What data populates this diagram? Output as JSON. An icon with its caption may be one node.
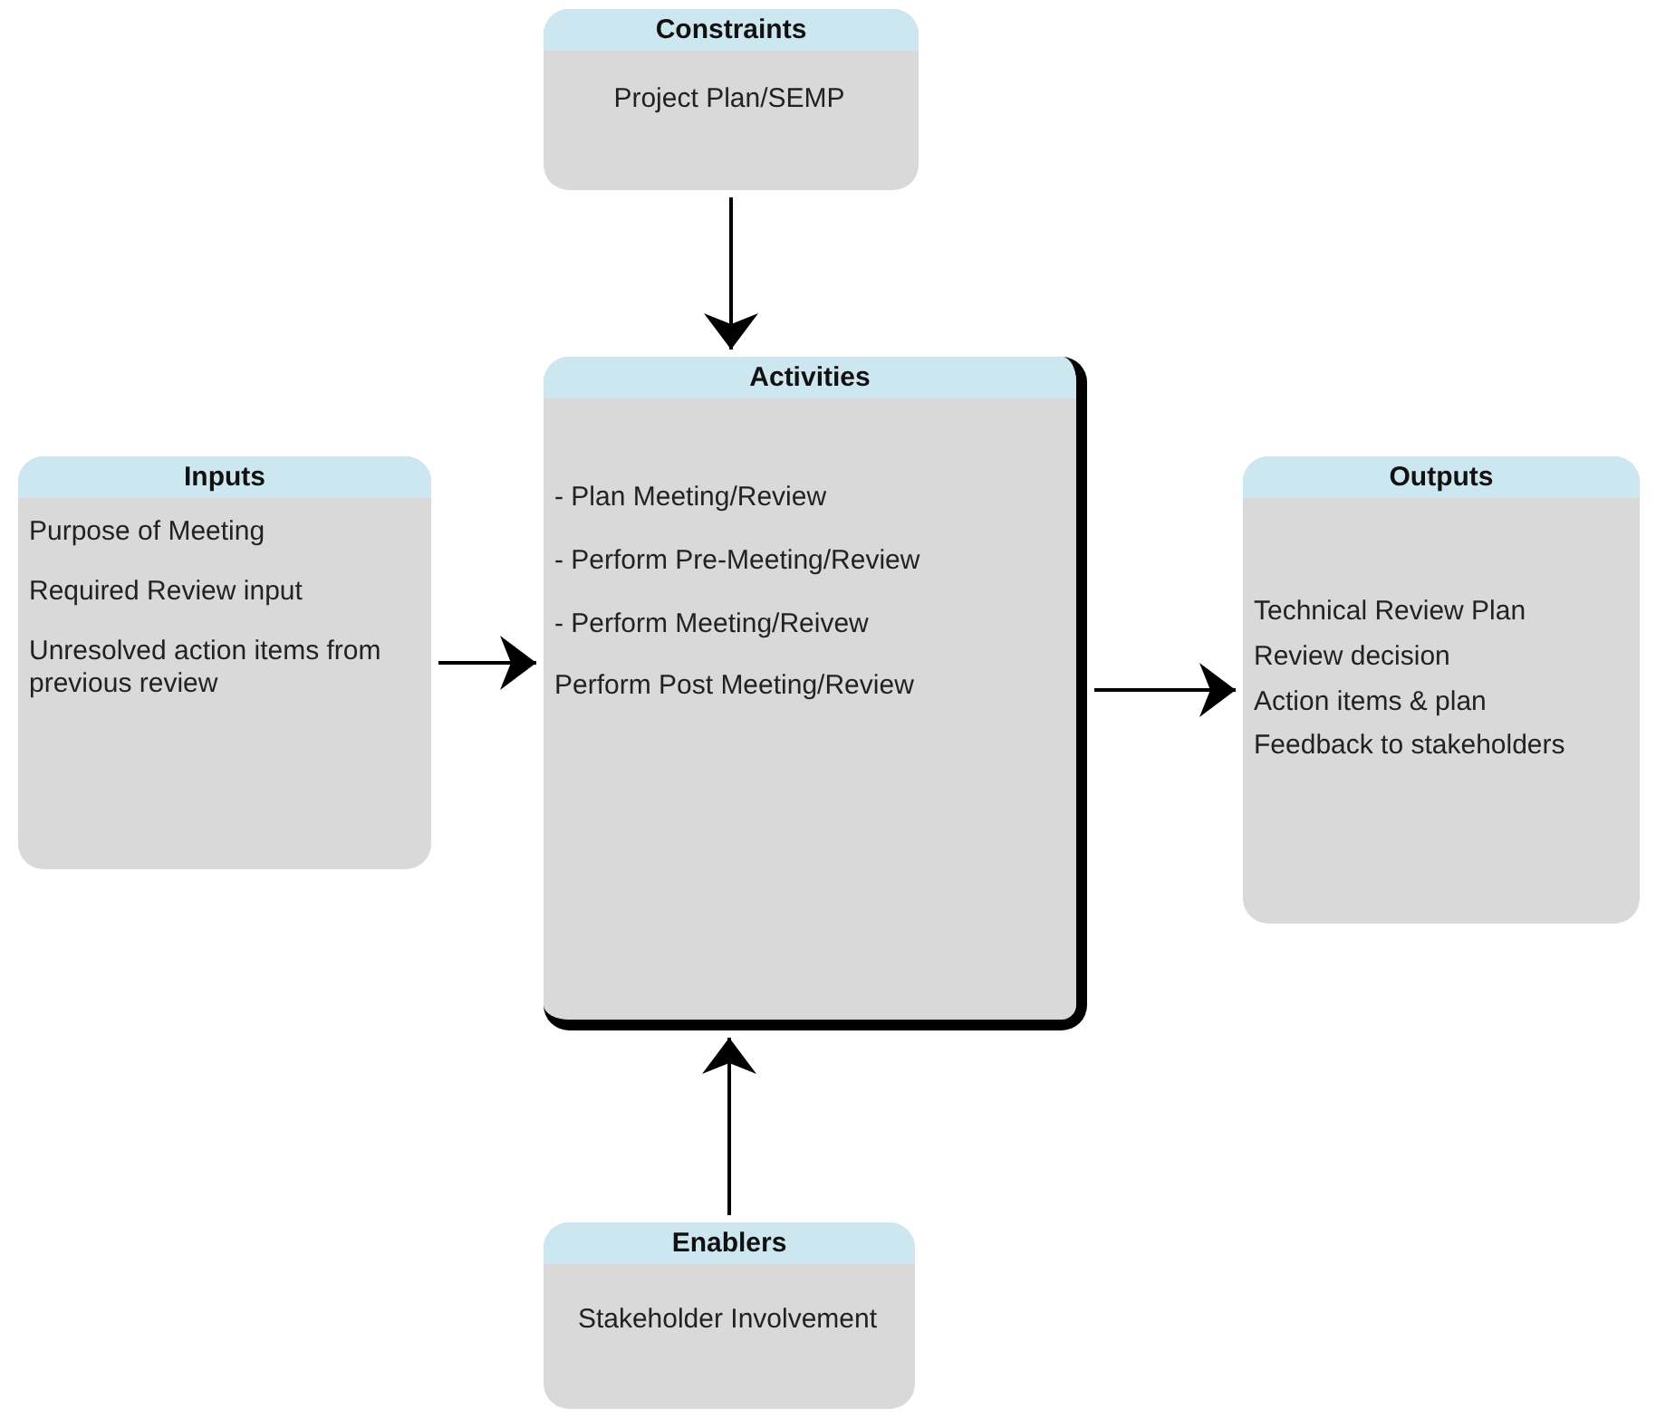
{
  "diagram": {
    "nodes": [
      {
        "text": [
          "Constraints",
          "Project Plan/SEMP"
        ]
      },
      {
        "text": [
          "Inputs",
          "Purpose of Meeting",
          "Required Review input",
          "Unresolved action items from previous review"
        ]
      },
      {
        "text": [
          "Activities",
          "- Plan Meeting/Review",
          "- Perform Pre-Meeting/Review",
          "- Perform Meeting/Reivew",
          "Perform Post Meeting/Review"
        ]
      },
      {
        "text": [
          "Outputs",
          "Technical Review Plan",
          "Review decision",
          "Action items & plan",
          "Feedback to stakeholders"
        ]
      },
      {
        "text": [
          "Enablers",
          "Stakeholder Involvement"
        ]
      }
    ],
    "edges": [
      {
        "from": 0,
        "to": 2,
        "arrow": "to"
      },
      {
        "from": 1,
        "to": 2,
        "arrow": "to"
      },
      {
        "from": 2,
        "to": 3,
        "arrow": "to"
      },
      {
        "from": 4,
        "to": 2,
        "arrow": "to"
      }
    ]
  }
}
